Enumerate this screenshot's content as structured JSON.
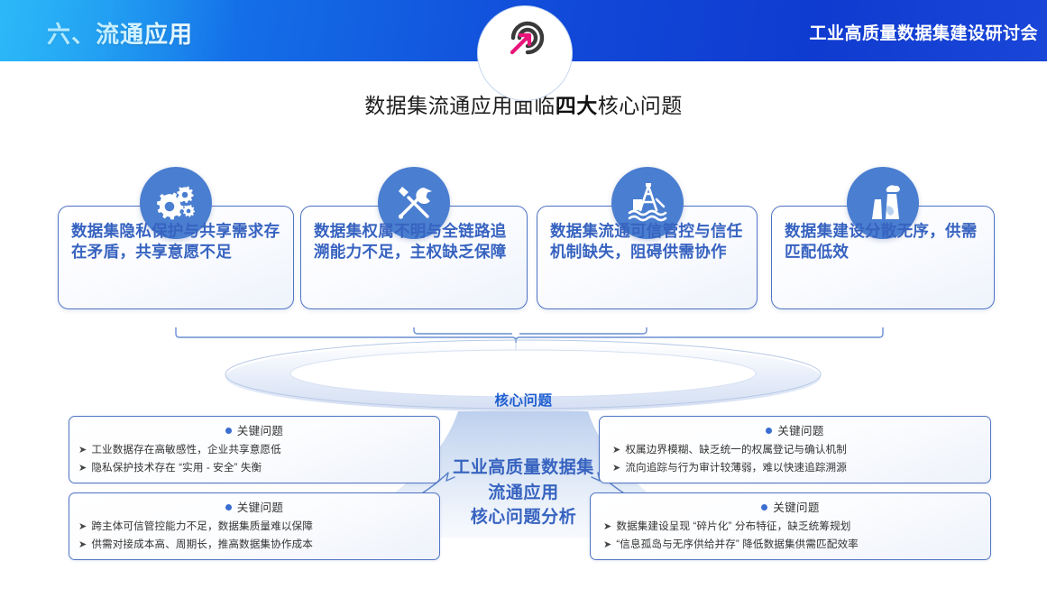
{
  "header": {
    "section_title": "六、流通应用",
    "event_title": "工业高质量数据集建设研讨会",
    "gradient_start": "#19a6f0",
    "gradient_end": "#0f3bd0"
  },
  "subtitle": {
    "prefix": "数据集流通应用面临",
    "emphasis": "四大",
    "suffix": "核心问题"
  },
  "cards": [
    {
      "icon": "gears-icon",
      "text": "数据集隐私保护与共享需求存在矛盾，共享意愿不足"
    },
    {
      "icon": "wrench-screwdriver-icon",
      "text": "数据集权属不明与全链路追溯能力不足，主权缺乏保障"
    },
    {
      "icon": "oil-rig-icon",
      "text": "数据集流通可信管控与信任机制缺失，阻碍供需协作"
    },
    {
      "icon": "cooling-tower-icon",
      "text": "数据集建设分散无序，供需匹配低效"
    }
  ],
  "hub": {
    "icon": "target-arrow-icon",
    "label": "核心问题",
    "arrow_color": "#e8157a",
    "arc_color": "#3a3a3a"
  },
  "center": {
    "line1": "工业高质量数据集",
    "line2": "流通应用",
    "line3": "核心问题分析"
  },
  "details": [
    {
      "position": "top-left",
      "head": "关键问题",
      "items": [
        "工业数据存在高敏感性，企业共享意愿低",
        "隐私保护技术存在 “实用 - 安全” 失衡"
      ]
    },
    {
      "position": "bottom-left",
      "head": "关键问题",
      "items": [
        "跨主体可信管控能力不足，数据集质量难以保障",
        "供需对接成本高、周期长，推高数据集协作成本"
      ]
    },
    {
      "position": "top-right",
      "head": "关键问题",
      "items": [
        "权属边界模糊、缺乏统一的权属登记与确认机制",
        "流向追踪与行为审计较薄弱，难以快速追踪溯源"
      ]
    },
    {
      "position": "bottom-right",
      "head": "关键问题",
      "items": [
        "数据集建设呈现 “碎片化” 分布特征，缺乏统筹规划",
        "“信息孤岛与无序供给并存” 降低数据集供需匹配效率"
      ]
    }
  ],
  "theme": {
    "card_border": "#4f74c4",
    "card_text": "#3763c0",
    "accent_blue": "#3a6ed0"
  }
}
